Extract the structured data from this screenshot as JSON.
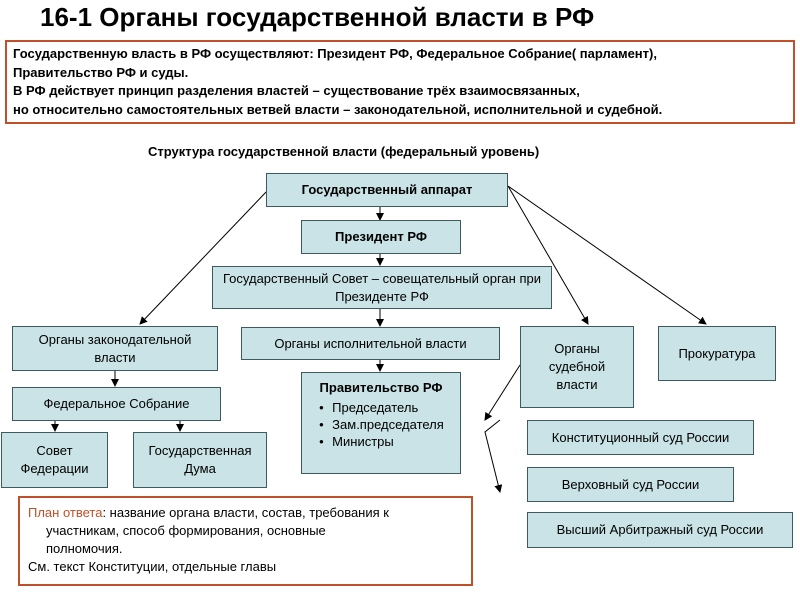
{
  "title": "16-1 Органы государственной власти в РФ",
  "intro": [
    "Государственную власть в РФ осуществляют: Президент РФ, Федеральное Собрание( парламент),",
    "Правительство РФ и суды.",
    " В РФ действует принцип разделения властей – существование трёх взаимосвязанных,",
    "но относительно самостоятельных ветвей власти – законодательной, исполнительной и судебной."
  ],
  "subtitle": "Структура государственной власти  (федеральный уровень)",
  "nodes": {
    "apparatus": "Государственный аппарат",
    "president": "Президент РФ",
    "state_council": "Государственный Совет – совещательный орган при Президенте РФ",
    "legislative": "Органы законодательной власти",
    "executive": "Органы исполнительной власти",
    "judicial": "Органы судебной власти",
    "prosecutor": "Прокуратура",
    "federal_assembly": "Федеральное Собрание",
    "federation_council": "Совет Федерации",
    "duma": "Государственная Дума",
    "government": {
      "title": "Правительство РФ",
      "items": [
        "Председатель",
        "Зам.председателя",
        "Министры"
      ]
    },
    "constitutional_court": "Конституционный суд России",
    "supreme_court": "Верховный суд России",
    "arbitration_court": "Высший Арбитражный суд России"
  },
  "note": {
    "highlight": "План ответа",
    "line1_rest": ": название органа власти, состав, требования к",
    "line2": "участникам, способ формирования, основные",
    "line3": "полномочия.",
    "line4": "См. текст Конституции, отдельные главы"
  },
  "colors": {
    "box_fill": "#c9e3e6",
    "box_border": "#3d5a5e",
    "accent": "#c0502a"
  }
}
